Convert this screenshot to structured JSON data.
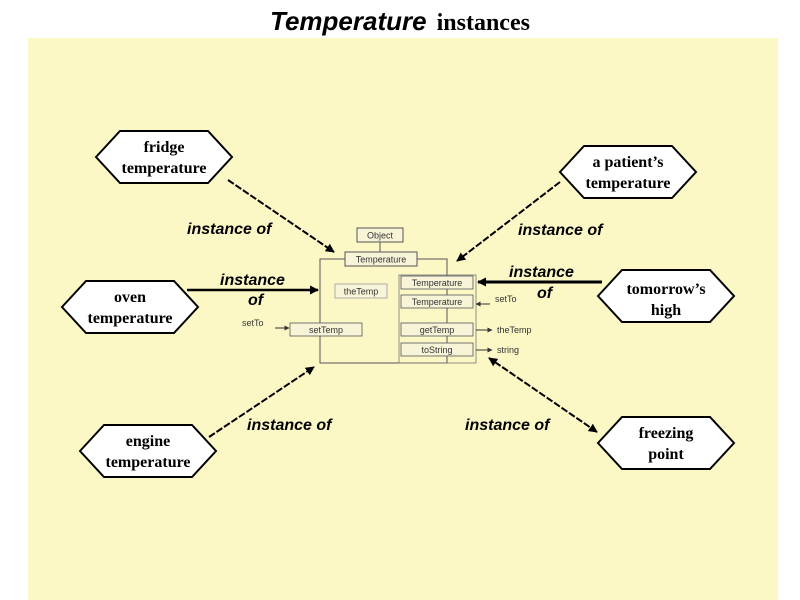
{
  "title": {
    "word": "Temperature",
    "rest": "instances"
  },
  "class_box": {
    "object_label": "Object",
    "class_label": "Temperature",
    "field_label": "theTemp",
    "methods": {
      "temperature_1": "Temperature",
      "temperature_2": "Temperature",
      "set_temp": "setTemp",
      "get_temp": "getTemp",
      "to_string": "toString"
    },
    "side_labels": {
      "set_to_right": "setTo",
      "set_to_left": "setTo",
      "the_temp_out": "theTemp",
      "string_out": "string"
    }
  },
  "instances": [
    {
      "line1": "fridge",
      "line2": "temperature"
    },
    {
      "line1": "a patient’s",
      "line2": "temperature"
    },
    {
      "line1": "oven",
      "line2": "temperature"
    },
    {
      "line1": "tomorrow’s",
      "line2": "high"
    },
    {
      "line1": "engine",
      "line2": "temperature"
    },
    {
      "line1": "freezing",
      "line2": "point"
    }
  ],
  "relation_labels": {
    "fridge": "instance of",
    "patient": "instance of",
    "oven_line1": "instance",
    "oven_line2": "of",
    "tomorrow_line1": "instance",
    "tomorrow_line2": "of",
    "engine": "instance of",
    "freezing": "instance of"
  },
  "colors": {
    "panel": "#fbf8c6",
    "background": "#ffffff",
    "ink": "#000000"
  }
}
